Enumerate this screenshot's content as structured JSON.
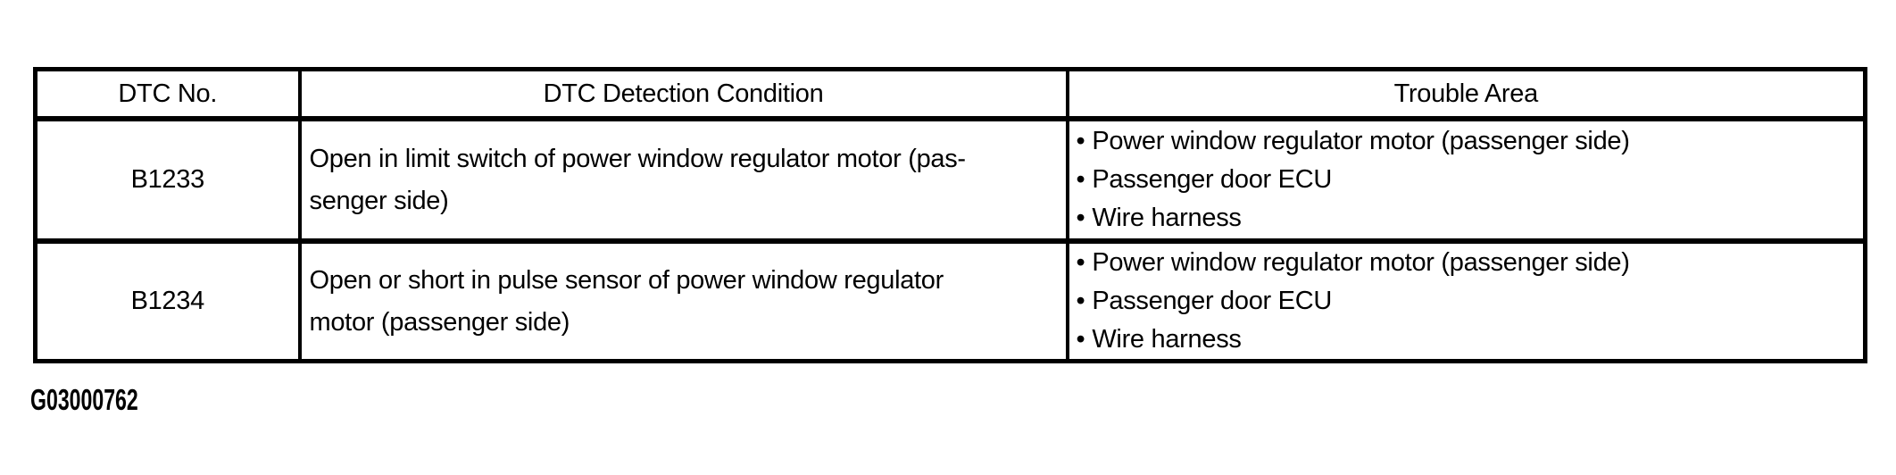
{
  "colors": {
    "background": "#ffffff",
    "border": "#000000",
    "text": "#000000"
  },
  "icons": {
    "bullet": "•"
  },
  "figure": {
    "id": "G03000762"
  },
  "table": {
    "columns": [
      "DTC No.",
      "DTC Detection Condition",
      "Trouble Area"
    ],
    "rows": [
      {
        "dtc_no": "B1233",
        "condition": "Open in limit switch of power window regulator motor (passenger side)",
        "condition_lines": [
          "Open in limit switch of power window regulator motor (pas-",
          "senger side)"
        ],
        "trouble_areas": [
          "Power window regulator motor (passenger side)",
          "Passenger door ECU",
          "Wire harness"
        ]
      },
      {
        "dtc_no": "B1234",
        "condition": "Open or short in pulse sensor of power window regulator motor (passenger side)",
        "condition_lines": [
          "Open or short in pulse sensor of power window regulator",
          "motor (passenger side)"
        ],
        "trouble_areas": [
          "Power window regulator motor (passenger side)",
          "Passenger door ECU",
          "Wire harness"
        ]
      }
    ]
  }
}
